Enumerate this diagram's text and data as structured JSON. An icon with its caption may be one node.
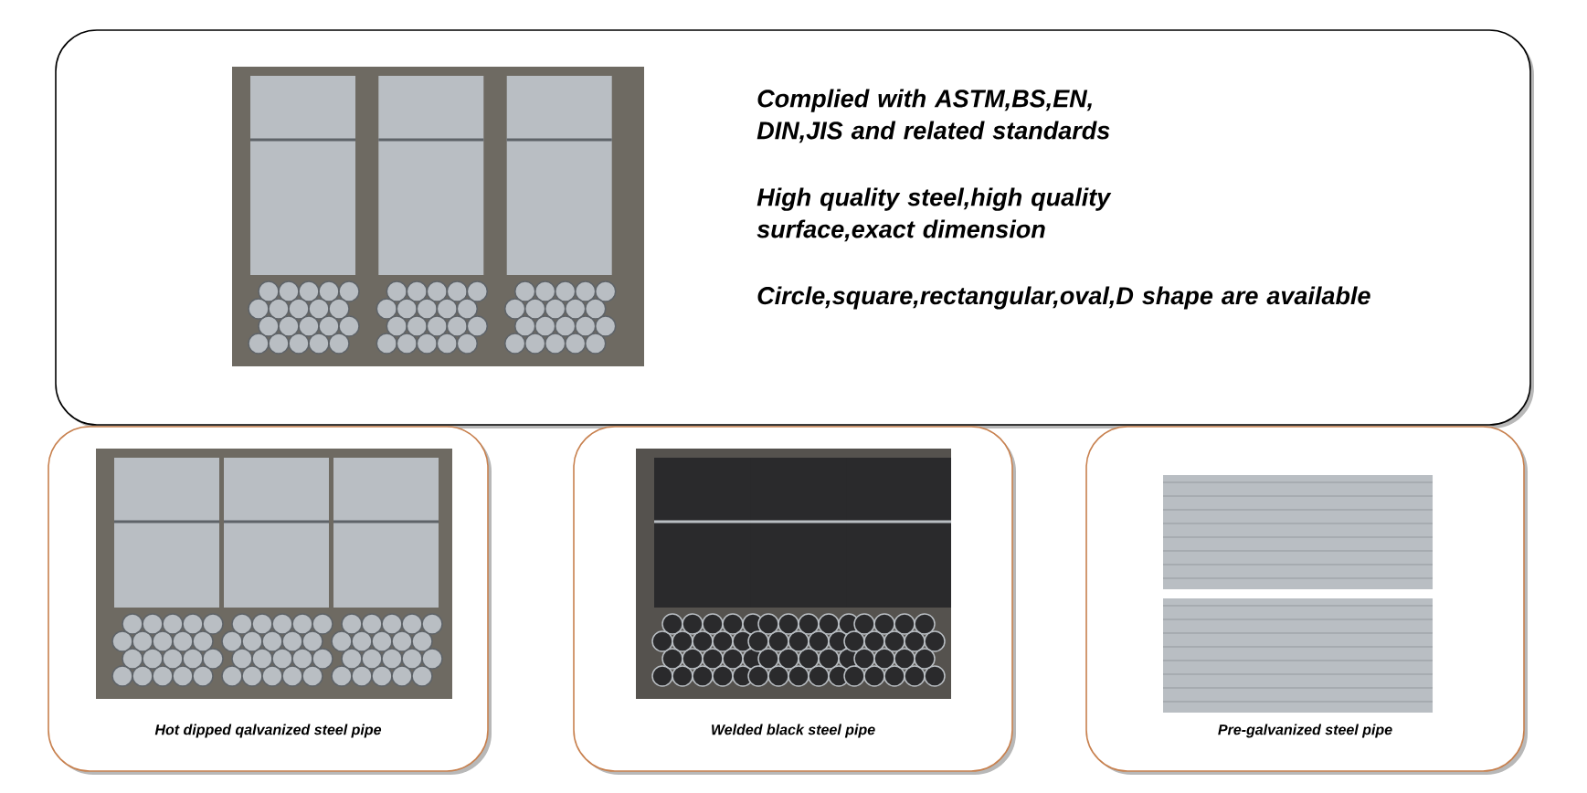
{
  "diagram": {
    "nodes": [
      {
        "text": [
          "Complied with ASTM,BS,EN, DIN,JIS and related standards",
          "High quality steel,high quality surface,exact dimension",
          "Circle,square,rectangular,oval,D shape are available"
        ]
      },
      {
        "text": [
          "Hot dipped qalvanized steel pipe"
        ]
      },
      {
        "text": [
          "Welded black steel pipe"
        ]
      },
      {
        "text": [
          "Pre-galvanized steel pipe"
        ]
      }
    ],
    "edges": []
  }
}
